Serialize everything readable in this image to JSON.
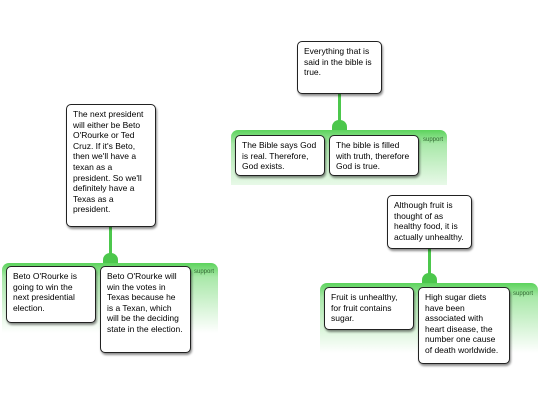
{
  "colors": {
    "connector": "#4cc74c",
    "panel_top": "#5cd35c",
    "node_border": "#222222"
  },
  "maps": [
    {
      "claim": "The next president will either be Beto O'Rourke or Ted Cruz. If it's Beto, then we'll have a texan as a president. So we'll definitely have a Texas as a president.",
      "relation": "support",
      "reasons": [
        "Beto O'Rourke is going to win the next presidential election.",
        "Beto O'Rourke will win the votes in Texas because he is a Texan, which will be the deciding state in the election."
      ]
    },
    {
      "claim": "Everything that is said in the bible is true.",
      "relation": "support",
      "reasons": [
        "The Bible says God is real. Therefore, God exists.",
        "The bible is filled with truth, therefore God is true."
      ]
    },
    {
      "claim": "Although fruit is thought of as healthy food, it is actually unhealthy.",
      "relation": "support",
      "reasons": [
        "Fruit is unhealthy, for fruit contains sugar.",
        "High sugar diets have been associated with heart disease, the number one cause of death worldwide."
      ]
    }
  ]
}
